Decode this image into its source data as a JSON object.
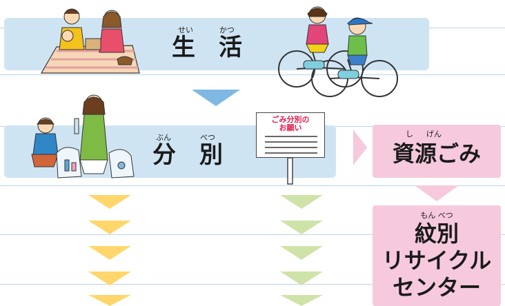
{
  "bands": {
    "seikatsu": {
      "label": "生　活",
      "ruby_left": "せい",
      "ruby_right": "かつ"
    },
    "bunbetsu": {
      "label": "分　別",
      "ruby_left": "ぶん",
      "ruby_right": "べつ"
    }
  },
  "sign": {
    "line1": "ごみ分別の",
    "line2": "お願い"
  },
  "shigen": {
    "label": "資源ごみ",
    "ruby_left": "し",
    "ruby_right": "げん"
  },
  "center": {
    "ruby": "もん べつ",
    "line1": "紋別",
    "line2": "リサイクル",
    "line3": "センター"
  },
  "colors": {
    "band": "#cfe4f3",
    "line": "#b9d3e6",
    "arrow_blue": "#7fb8e3",
    "arrow_yellow": "#ffd66b",
    "arrow_green": "#cfe3a8",
    "pink": "#f6c9dd",
    "pink_arrow": "#f6c9dd",
    "sign_text": "#e6194b"
  },
  "icons": {
    "family": "family-picnic-illustration",
    "cyclists": "children-cycling-illustration",
    "sorting": "women-sorting-garbage-illustration"
  }
}
